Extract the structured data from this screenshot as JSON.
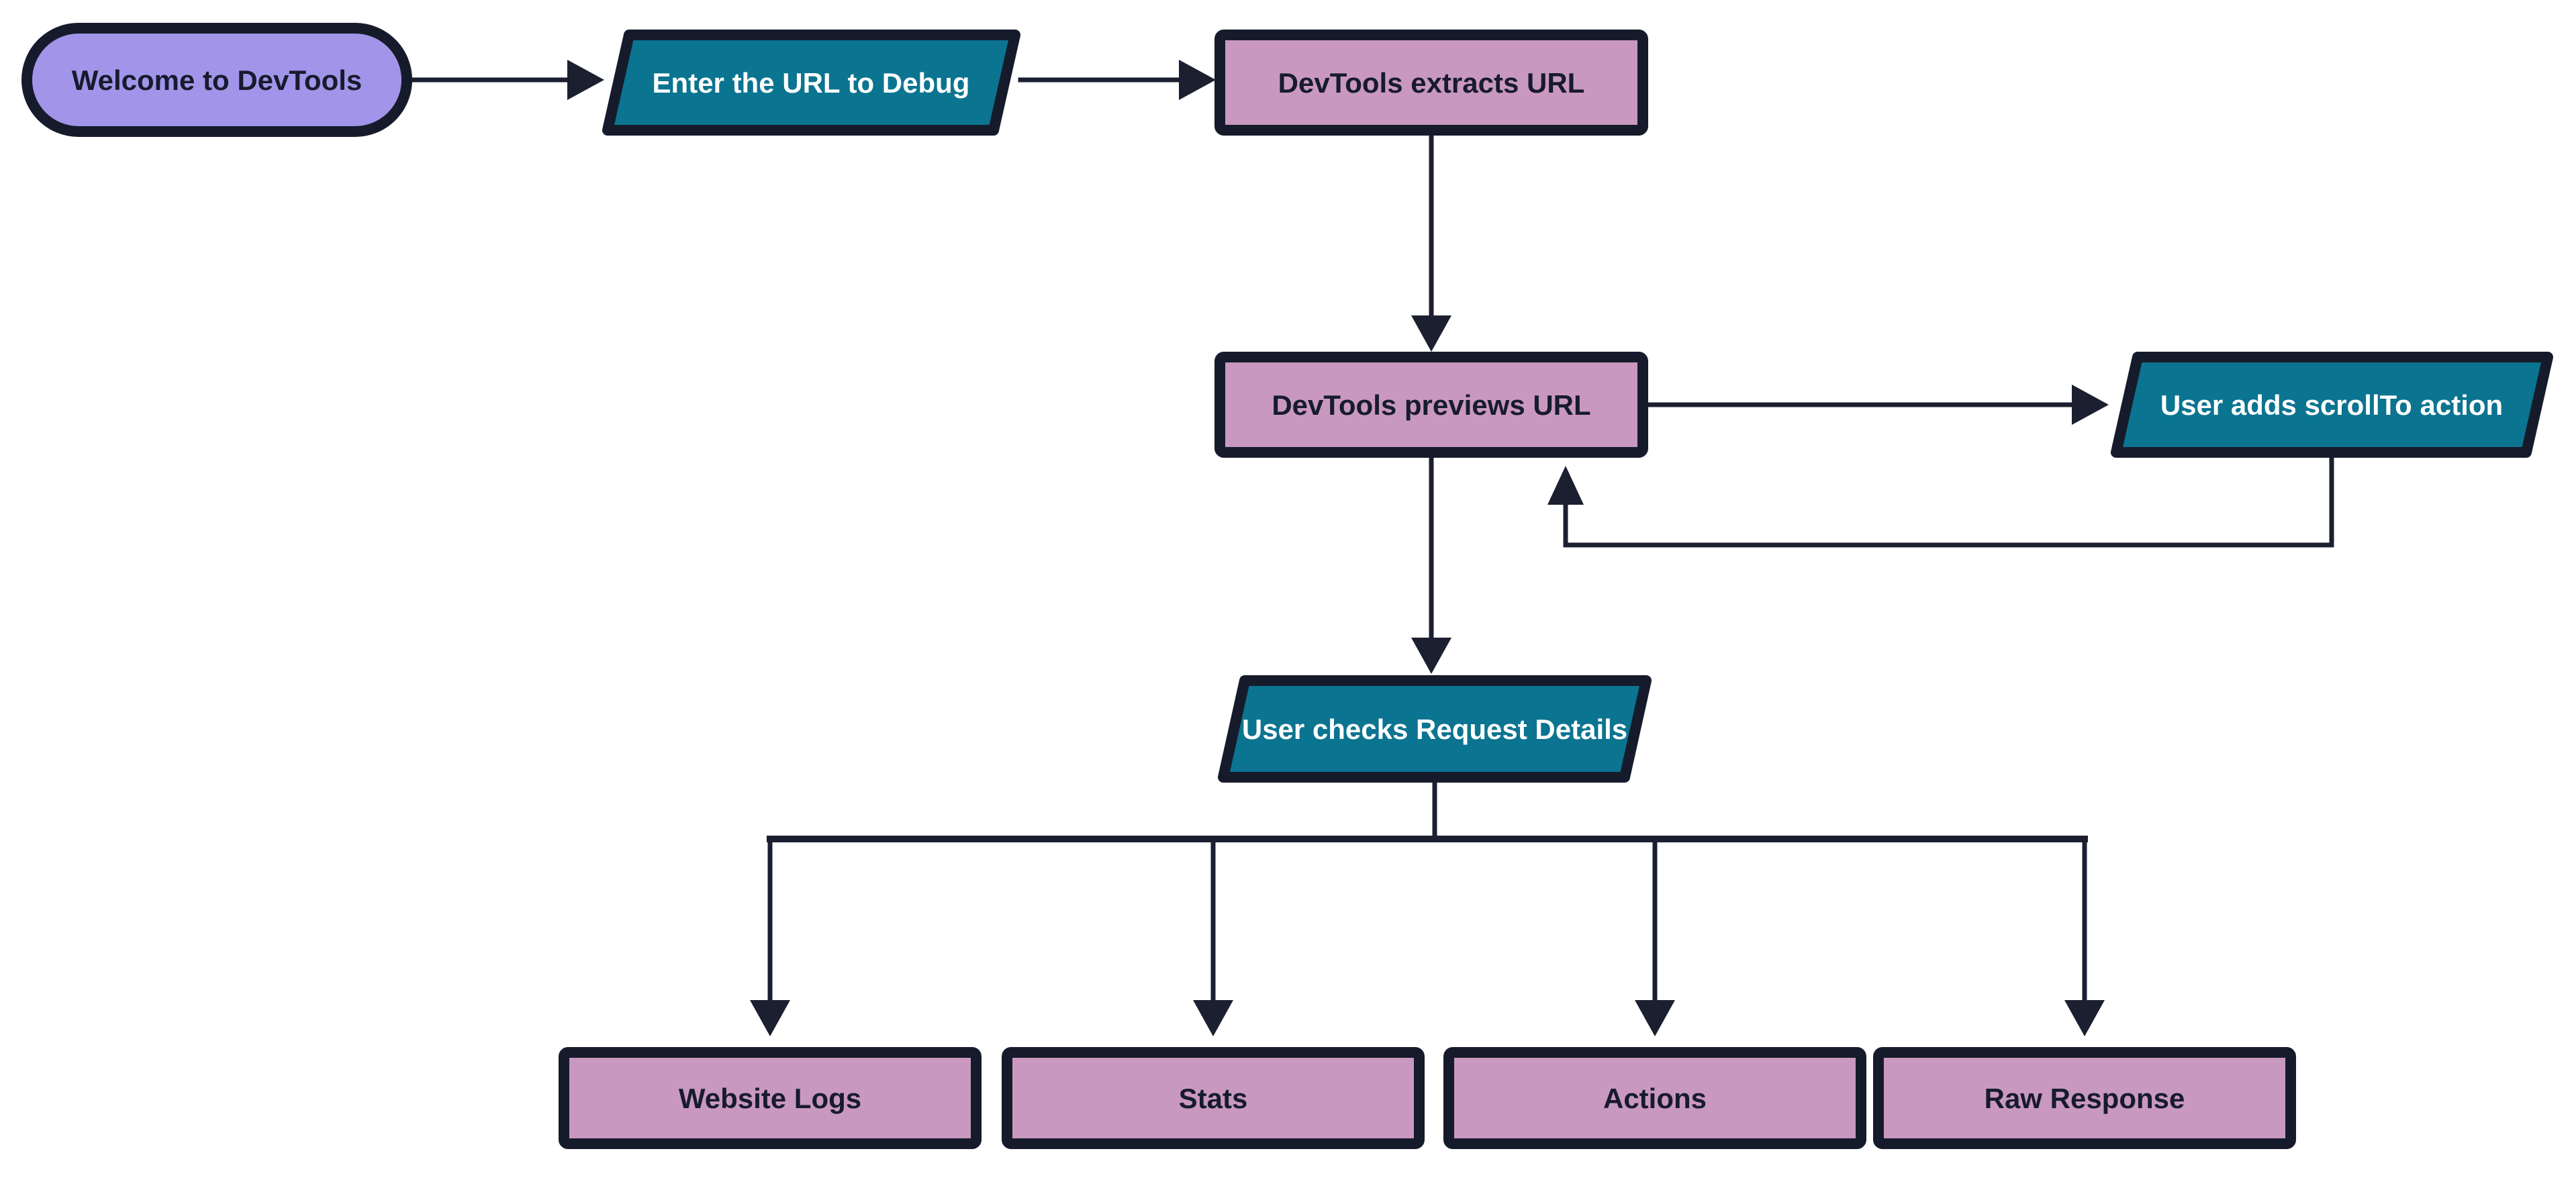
{
  "diagram": {
    "type": "flowchart",
    "background": "#ffffff",
    "colors": {
      "node_border": "#161b2b",
      "edge_line": "#1b1f30",
      "start_fill": "#a295e9",
      "process_fill": "#c998c0",
      "action_fill": "#0b7490",
      "text_dark": "#171b2e",
      "text_light": "#ffffff"
    },
    "nodes": [
      {
        "id": "start",
        "label": "Welcome to DevTools",
        "shape": "stadium"
      },
      {
        "id": "enterurl",
        "label": "Enter the URL to Debug",
        "shape": "parallelogram"
      },
      {
        "id": "extract",
        "label": "DevTools extracts URL",
        "shape": "rectangle"
      },
      {
        "id": "preview",
        "label": "DevTools previews URL",
        "shape": "rectangle"
      },
      {
        "id": "scrollto",
        "label": "User adds scrollTo action",
        "shape": "parallelogram"
      },
      {
        "id": "details",
        "label": "User checks Request Details",
        "shape": "parallelogram"
      },
      {
        "id": "logs",
        "label": "Website Logs",
        "shape": "rectangle"
      },
      {
        "id": "stats",
        "label": "Stats",
        "shape": "rectangle"
      },
      {
        "id": "actions",
        "label": "Actions",
        "shape": "rectangle"
      },
      {
        "id": "raw",
        "label": "Raw Response",
        "shape": "rectangle"
      }
    ],
    "edges": [
      {
        "from": "start",
        "to": "enterurl"
      },
      {
        "from": "enterurl",
        "to": "extract"
      },
      {
        "from": "extract",
        "to": "preview"
      },
      {
        "from": "preview",
        "to": "scrollto"
      },
      {
        "from": "scrollto",
        "to": "preview"
      },
      {
        "from": "preview",
        "to": "details"
      },
      {
        "from": "details",
        "to": "logs"
      },
      {
        "from": "details",
        "to": "stats"
      },
      {
        "from": "details",
        "to": "actions"
      },
      {
        "from": "details",
        "to": "raw"
      }
    ]
  }
}
